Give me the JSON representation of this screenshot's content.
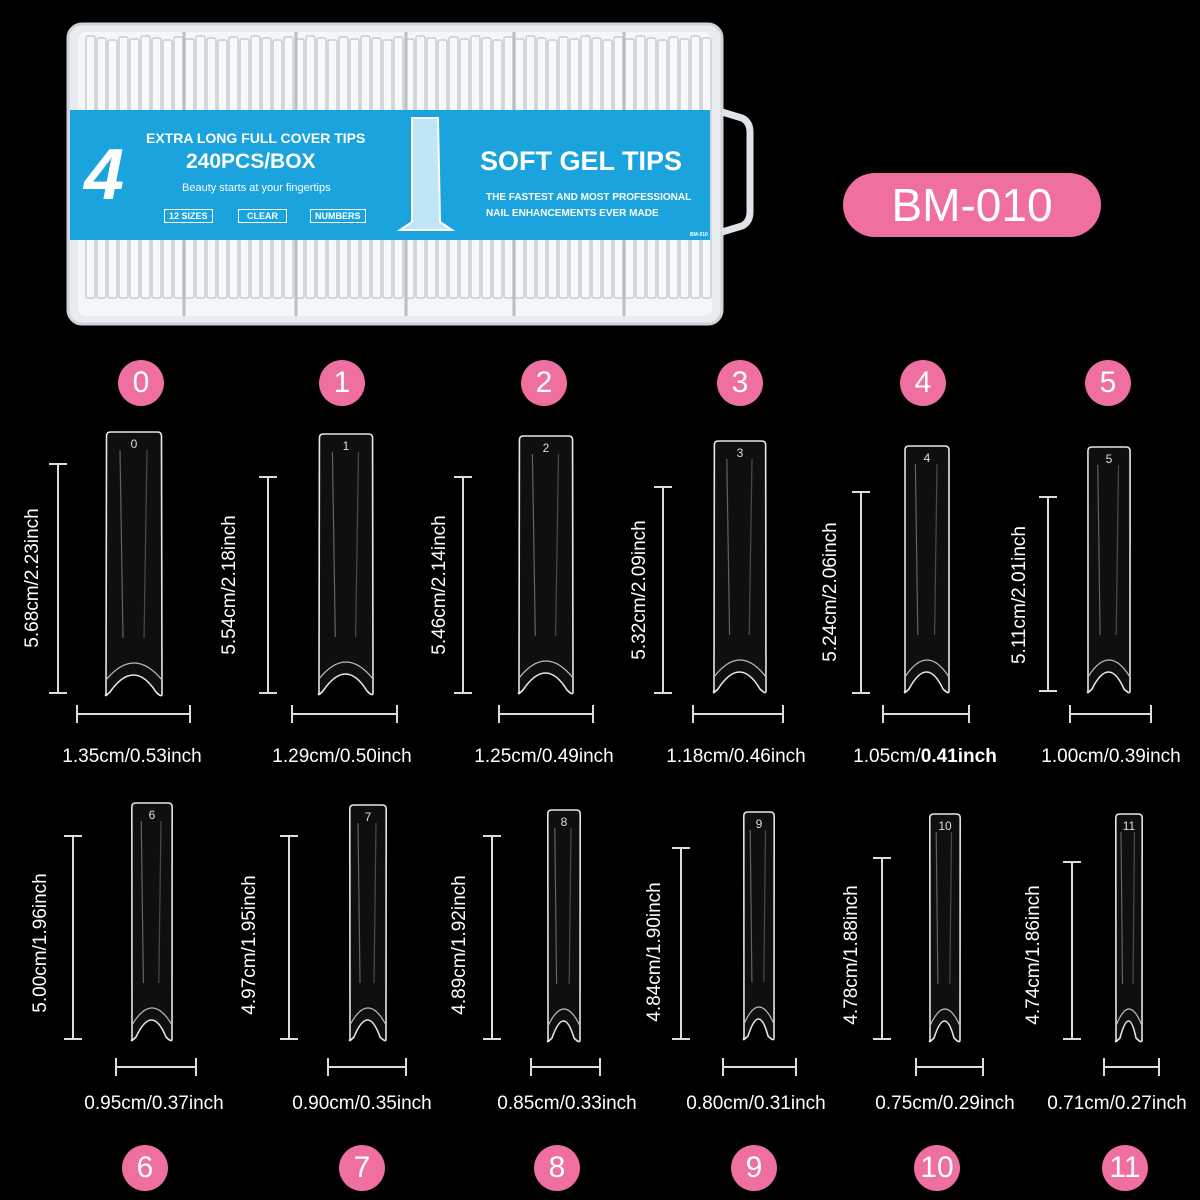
{
  "product_code": "BM-010",
  "colors": {
    "badge": "#ef6fa0",
    "band": "#1aa3dc",
    "background": "#000000"
  },
  "box_label": {
    "number": "4",
    "line1": "EXTRA LONG FULL COVER TIPS",
    "line2": "240PCS/BOX",
    "line3": "Beauty starts at your fingertips",
    "tags": [
      "12 SIZES",
      "CLEAR",
      "NUMBERS"
    ],
    "brand": "SOFT GEL TIPS",
    "tagline1": "THE FASTEST AND MOST PROFESSIONAL",
    "tagline2": "NAIL ENHANCEMENTS EVER MADE",
    "small_code": "BM-010"
  },
  "sizes": [
    {
      "num": "0",
      "length": "5.68cm/2.23inch",
      "width": "1.35cm/0.53inch"
    },
    {
      "num": "1",
      "length": "5.54cm/2.18inch",
      "width": "1.29cm/0.50inch"
    },
    {
      "num": "2",
      "length": "5.46cm/2.14inch",
      "width": "1.25cm/0.49inch"
    },
    {
      "num": "3",
      "length": "5.32cm/2.09inch",
      "width": "1.18cm/0.46inch"
    },
    {
      "num": "4",
      "length": "5.24cm/2.06inch",
      "width_a": "1.05cm/",
      "width_b": "0.41inch"
    },
    {
      "num": "5",
      "length": "5.11cm/2.01inch",
      "width": "1.00cm/0.39inch"
    },
    {
      "num": "6",
      "length": "5.00cm/1.96inch",
      "width": "0.95cm/0.37inch"
    },
    {
      "num": "7",
      "length": "4.97cm/1.95inch",
      "width": "0.90cm/0.35inch"
    },
    {
      "num": "8",
      "length": "4.89cm/1.92inch",
      "width": "0.85cm/0.33inch"
    },
    {
      "num": "9",
      "length": "4.84cm/1.90inch",
      "width": "0.80cm/0.31inch"
    },
    {
      "num": "10",
      "length": "4.78cm/1.88inch",
      "width": "0.75cm/0.29inch"
    },
    {
      "num": "11",
      "length": "4.74cm/1.86inch",
      "width": "0.71cm/0.27inch"
    }
  ]
}
